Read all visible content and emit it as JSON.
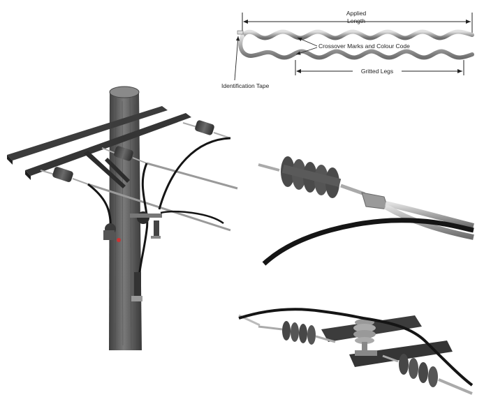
{
  "labels": {
    "applied_length_line1": "Applied",
    "applied_length_line2": "Length",
    "crossover_marks": "Crossover Marks and Colour Code",
    "gritted_legs": "Gritted Legs",
    "identification_tape": "Identification Tape"
  },
  "colors": {
    "pole": "#5e5e5e",
    "crossarm": "#3a3a3a",
    "insulator": "#4a4a4a",
    "cable": "#151515",
    "wire": "#9a9a9a",
    "guy_grip": "#b0b0b0",
    "dimension_line": "#222222"
  }
}
